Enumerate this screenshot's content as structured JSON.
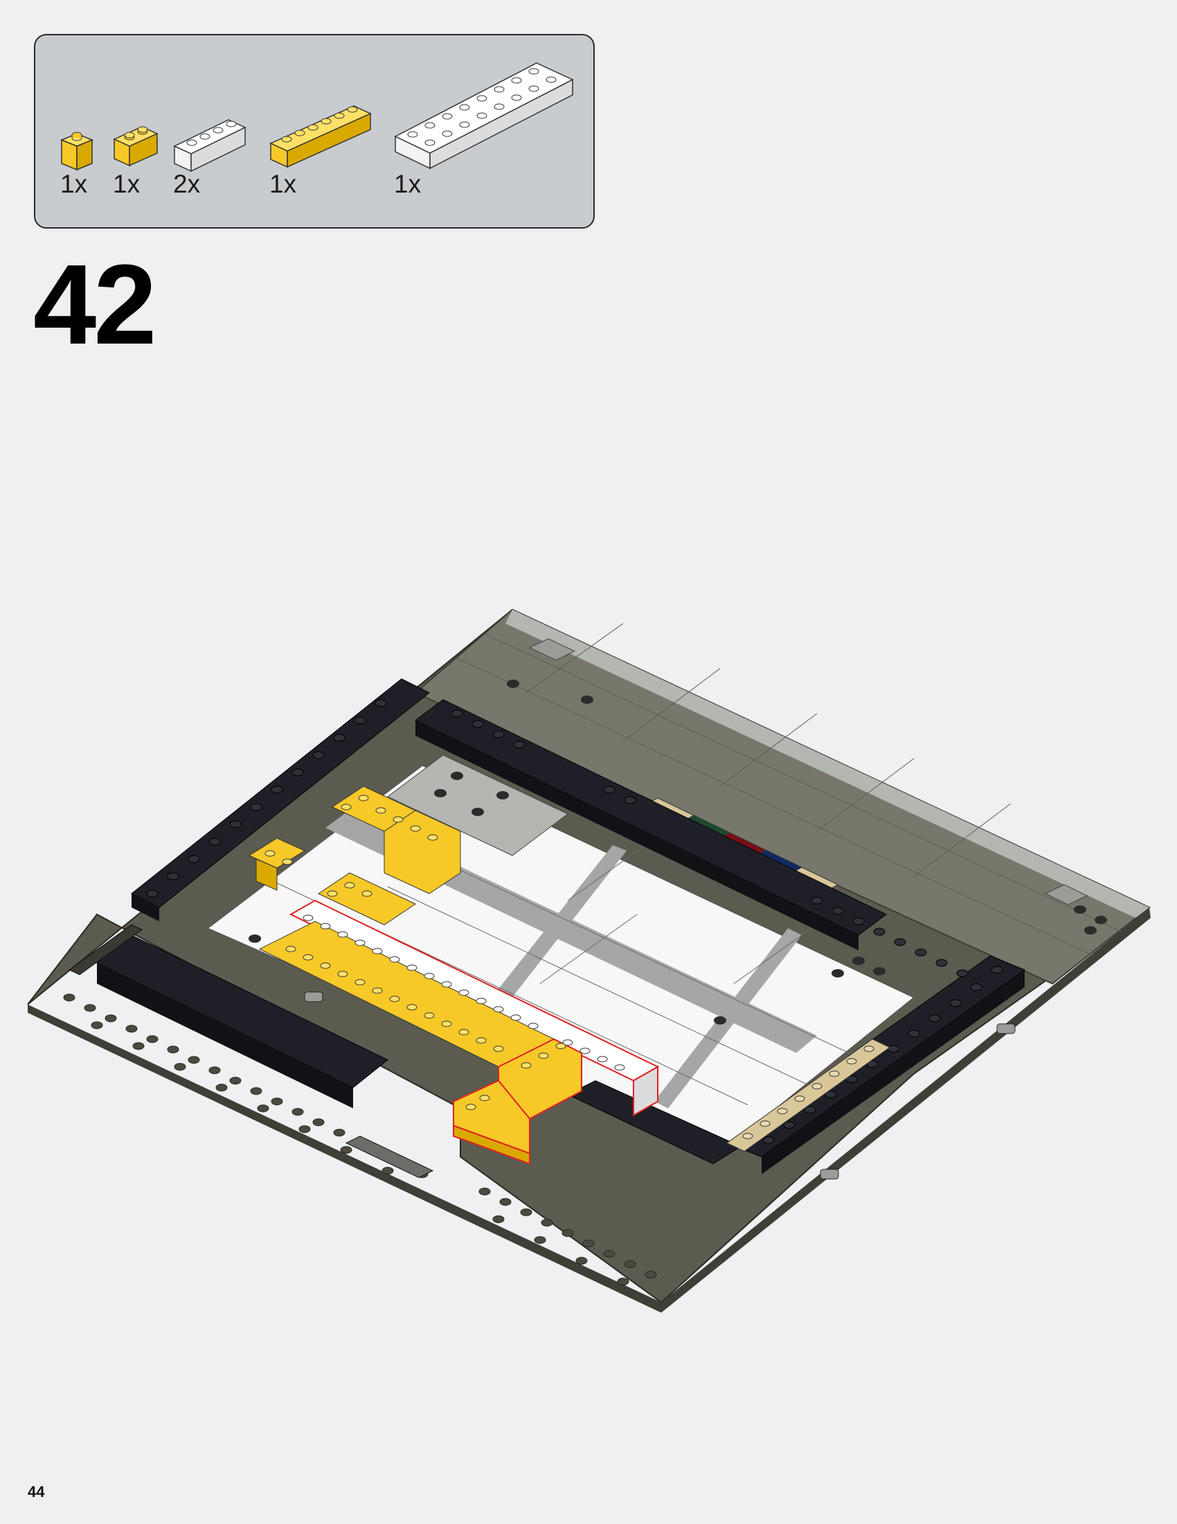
{
  "parts_callout": {
    "parts": [
      {
        "icon": "yellow-1x1-brick-icon",
        "color": "#f7c928",
        "quantity": "1x"
      },
      {
        "icon": "yellow-1x2-brick-icon",
        "color": "#f7c928",
        "quantity": "1x"
      },
      {
        "icon": "white-1x4-brick-icon",
        "color": "#ffffff",
        "quantity": "2x"
      },
      {
        "icon": "yellow-1x6-brick-icon",
        "color": "#f7c928",
        "quantity": "1x"
      },
      {
        "icon": "white-2x8-brick-icon",
        "color": "#ffffff",
        "quantity": "1x"
      }
    ]
  },
  "step_number": "42",
  "page_number": "44",
  "colors": {
    "page_background": "#eef0f1",
    "callout_background": "#c9cccf",
    "baseplate": "#5b5b50",
    "road_plate": "#77776c",
    "wall_black": "#1f2027",
    "floor_white": "#f7f7f7",
    "floor_grey": "#a5a7a6",
    "yellow": "#f7c928",
    "tan": "#d9c79a",
    "dark_green": "#1c4a2e",
    "dark_red": "#7a0f14",
    "dark_blue": "#0f2d63",
    "highlight_outline": "#e02020"
  }
}
